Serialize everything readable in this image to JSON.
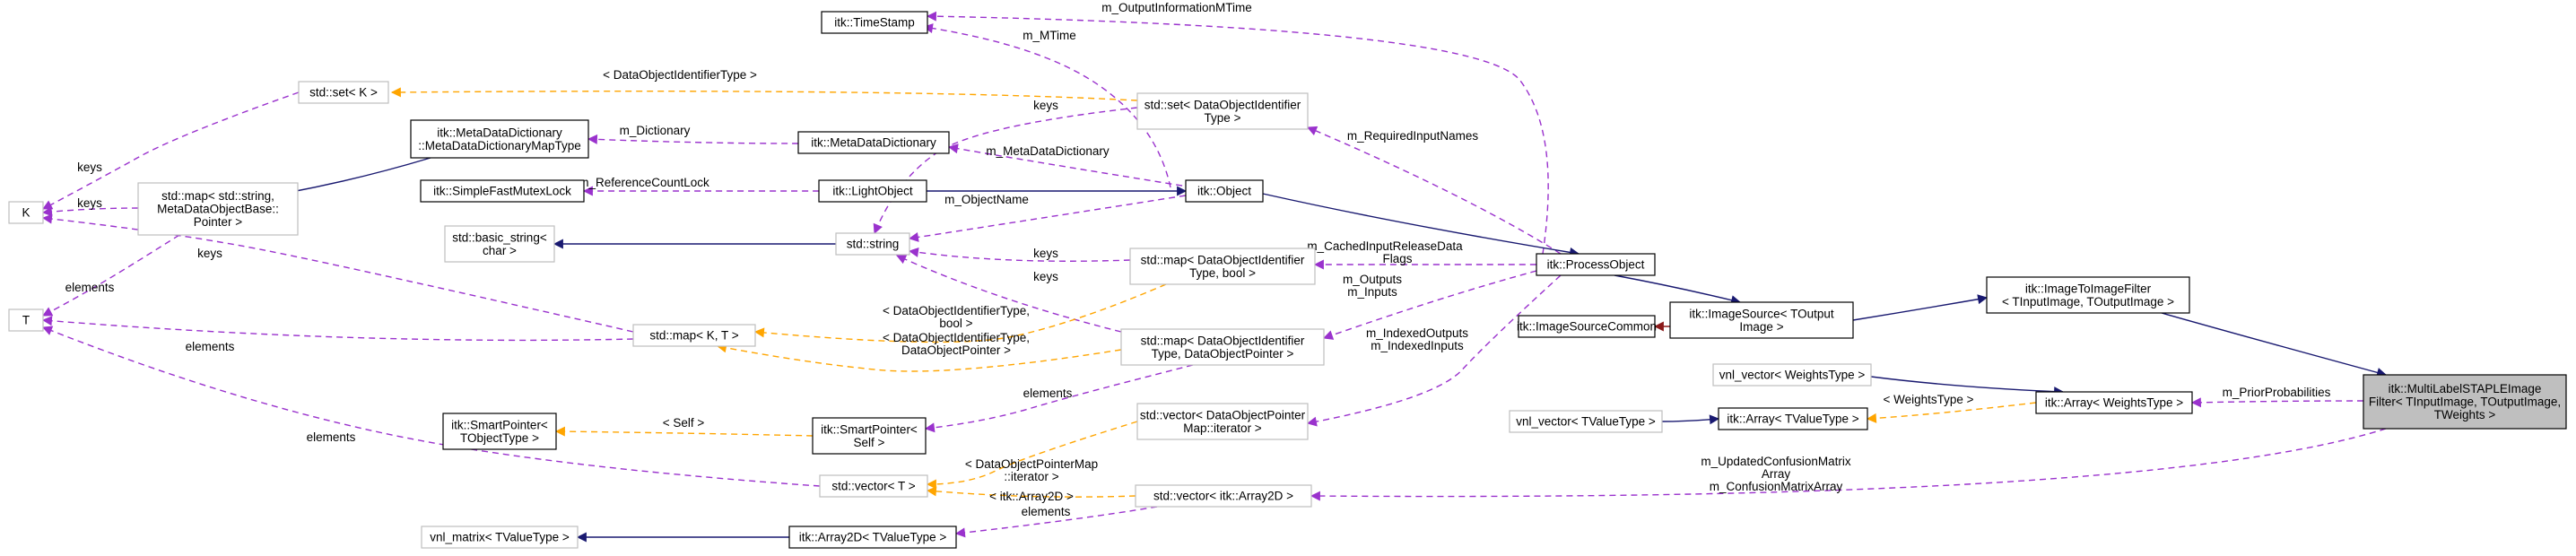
{
  "colors": {
    "inherit": "#191970",
    "usage": "#9a32cd",
    "template": "#ffa500",
    "private": "#8b1a1a",
    "node_border_documented": "#000000",
    "node_border_undocumented": "#bfbfbf",
    "highlight_fill": "#bfbfbf"
  },
  "nodes": [
    {
      "id": "timestamp",
      "lines": [
        "itk::TimeStamp"
      ],
      "documented": true
    },
    {
      "id": "set_k",
      "lines": [
        "std::set< K >"
      ],
      "documented": false
    },
    {
      "id": "mdd_map",
      "lines": [
        "itk::MetaDataDictionary",
        "::MetaDataDictionaryMapType"
      ],
      "documented": true
    },
    {
      "id": "mdd",
      "lines": [
        "itk::MetaDataDictionary"
      ],
      "documented": true
    },
    {
      "id": "set_doit",
      "lines": [
        "std::set< DataObjectIdentifier",
        "Type >"
      ],
      "documented": false
    },
    {
      "id": "k",
      "lines": [
        "K"
      ],
      "documented": false
    },
    {
      "id": "map_string",
      "lines": [
        "std::map< std::string,",
        "MetaDataObjectBase::",
        "Pointer >"
      ],
      "documented": false
    },
    {
      "id": "sfml",
      "lines": [
        "itk::SimpleFastMutexLock"
      ],
      "documented": true
    },
    {
      "id": "lightobject",
      "lines": [
        "itk::LightObject"
      ],
      "documented": true
    },
    {
      "id": "object",
      "lines": [
        "itk::Object"
      ],
      "documented": true
    },
    {
      "id": "basic_string",
      "lines": [
        "std::basic_string<",
        "char >"
      ],
      "documented": false
    },
    {
      "id": "string",
      "lines": [
        "std::string"
      ],
      "documented": false
    },
    {
      "id": "map_doit_bool",
      "lines": [
        "std::map< DataObjectIdentifier",
        "Type, bool >"
      ],
      "documented": false
    },
    {
      "id": "processobject",
      "lines": [
        "itk::ProcessObject"
      ],
      "documented": true
    },
    {
      "id": "t",
      "lines": [
        "T"
      ],
      "documented": false
    },
    {
      "id": "map_kt",
      "lines": [
        "std::map< K, T >"
      ],
      "documented": false
    },
    {
      "id": "map_doit_ptr",
      "lines": [
        "std::map< DataObjectIdentifier",
        "Type, DataObjectPointer >"
      ],
      "documented": false
    },
    {
      "id": "isc",
      "lines": [
        "itk::ImageSourceCommon"
      ],
      "documented": true
    },
    {
      "id": "imagesource",
      "lines": [
        "itk::ImageSource< TOutput",
        "Image >"
      ],
      "documented": true
    },
    {
      "id": "i2i",
      "lines": [
        "itk::ImageToImageFilter",
        "< TInputImage, TOutputImage >"
      ],
      "documented": true
    },
    {
      "id": "vnl_weights",
      "lines": [
        "vnl_vector< WeightsType >"
      ],
      "documented": false
    },
    {
      "id": "sp_tobj",
      "lines": [
        "itk::SmartPointer<",
        "TObjectType >"
      ],
      "documented": true
    },
    {
      "id": "sp_self",
      "lines": [
        "itk::SmartPointer<",
        "Self >"
      ],
      "documented": true
    },
    {
      "id": "vec_ptr_iter",
      "lines": [
        "std::vector< DataObjectPointer",
        "Map::iterator >"
      ],
      "documented": false
    },
    {
      "id": "vnl_tvalue",
      "lines": [
        "vnl_vector< TValueType >"
      ],
      "documented": false
    },
    {
      "id": "array_tvalue",
      "lines": [
        "itk::Array< TValueType >"
      ],
      "documented": true
    },
    {
      "id": "array_weights",
      "lines": [
        "itk::Array< WeightsType >"
      ],
      "documented": true
    },
    {
      "id": "vec_t",
      "lines": [
        "std::vector< T >"
      ],
      "documented": false
    },
    {
      "id": "vec_array2d",
      "lines": [
        "std::vector< itk::Array2D >"
      ],
      "documented": false
    },
    {
      "id": "vnl_matrix",
      "lines": [
        "vnl_matrix< TValueType >"
      ],
      "documented": false
    },
    {
      "id": "array2d",
      "lines": [
        "itk::Array2D< TValueType >"
      ],
      "documented": true
    },
    {
      "id": "multilabel",
      "lines": [
        "itk::MultiLabelSTAPLEImage",
        "Filter< TInputImage, TOutputImage,",
        "TWeights >"
      ],
      "documented": true,
      "highlight": true
    }
  ],
  "edges": [
    {
      "id": "e_mtime",
      "kind": "usage",
      "labels": [
        "m_MTime"
      ]
    },
    {
      "id": "e_outinfo",
      "kind": "usage",
      "labels": [
        "m_OutputInformationMTime"
      ]
    },
    {
      "id": "e_doit_type",
      "kind": "template",
      "labels": [
        "< DataObjectIdentifierType >"
      ]
    },
    {
      "id": "e_dictionary",
      "kind": "usage",
      "labels": [
        "m_Dictionary"
      ]
    },
    {
      "id": "e_mdd_inherit",
      "kind": "inherit",
      "labels": []
    },
    {
      "id": "e_metadatadict",
      "kind": "usage",
      "labels": [
        "m_MetaDataDictionary"
      ]
    },
    {
      "id": "e_reqinput",
      "kind": "usage",
      "labels": [
        "m_RequiredInputNames"
      ]
    },
    {
      "id": "e_keys_set_string",
      "kind": "usage",
      "labels": [
        "keys"
      ]
    },
    {
      "id": "e_refcount",
      "kind": "usage",
      "labels": [
        "m_ReferenceCountLock"
      ]
    },
    {
      "id": "e_lo_obj",
      "kind": "inherit",
      "labels": []
    },
    {
      "id": "e_obj_po",
      "kind": "inherit",
      "labels": []
    },
    {
      "id": "e_objname",
      "kind": "usage",
      "labels": [
        "m_ObjectName"
      ]
    },
    {
      "id": "e_basic_string",
      "kind": "inherit",
      "labels": []
    },
    {
      "id": "e_cached",
      "kind": "usage",
      "labels": [
        "m_CachedInputReleaseData",
        "Flags"
      ]
    },
    {
      "id": "e_keys_bool_string",
      "kind": "usage",
      "labels": [
        "keys"
      ]
    },
    {
      "id": "e_keys_ptr_string",
      "kind": "usage",
      "labels": [
        "keys"
      ]
    },
    {
      "id": "e_outputs",
      "kind": "usage",
      "labels": [
        "m_Outputs",
        "m_Inputs"
      ]
    },
    {
      "id": "e_indexed",
      "kind": "usage",
      "labels": [
        "m_IndexedOutputs",
        "m_IndexedInputs"
      ]
    },
    {
      "id": "e_keys_setk_k",
      "kind": "usage",
      "labels": [
        "keys"
      ]
    },
    {
      "id": "e_keys_map_k",
      "kind": "usage",
      "labels": [
        "keys"
      ]
    },
    {
      "id": "e_keys_mapkt_k",
      "kind": "usage",
      "labels": [
        "keys"
      ]
    },
    {
      "id": "e_elem_map_t",
      "kind": "usage",
      "labels": [
        "elements"
      ]
    },
    {
      "id": "e_elem_mapkt_t",
      "kind": "usage",
      "labels": [
        "elements"
      ]
    },
    {
      "id": "e_elem_vec_t",
      "kind": "usage",
      "labels": [
        "elements"
      ]
    },
    {
      "id": "e_tpl_bool",
      "kind": "template",
      "labels": [
        "< DataObjectIdentifierType,",
        "bool >"
      ]
    },
    {
      "id": "e_tpl_ptr",
      "kind": "template",
      "labels": [
        "< DataObjectIdentifierType,",
        "DataObjectPointer >"
      ]
    },
    {
      "id": "e_private",
      "kind": "private",
      "labels": []
    },
    {
      "id": "e_po_is",
      "kind": "inherit",
      "labels": []
    },
    {
      "id": "e_is_i2i",
      "kind": "inherit",
      "labels": []
    },
    {
      "id": "e_i2i_ml",
      "kind": "inherit",
      "labels": []
    },
    {
      "id": "e_self",
      "kind": "template",
      "labels": [
        "< Self >"
      ]
    },
    {
      "id": "e_elem_sp",
      "kind": "usage",
      "labels": [
        "elements"
      ]
    },
    {
      "id": "e_weightstype",
      "kind": "template",
      "labels": [
        "< WeightsType >"
      ]
    },
    {
      "id": "e_vnl_weights",
      "kind": "inherit",
      "labels": []
    },
    {
      "id": "e_vnl_tvalue",
      "kind": "inherit",
      "labels": []
    },
    {
      "id": "e_prior",
      "kind": "usage",
      "labels": [
        "m_PriorProbabilities"
      ]
    },
    {
      "id": "e_tpl_ptrmap",
      "kind": "template",
      "labels": [
        "< DataObjectPointerMap",
        "::iterator >"
      ]
    },
    {
      "id": "e_tpl_array2d",
      "kind": "template",
      "labels": [
        "< itk::Array2D >"
      ]
    },
    {
      "id": "e_confusion",
      "kind": "usage",
      "labels": [
        "m_UpdatedConfusionMatrix",
        "Array",
        "m_ConfusionMatrixArray"
      ]
    },
    {
      "id": "e_elem_array2d",
      "kind": "usage",
      "labels": [
        "elements"
      ]
    },
    {
      "id": "e_vnl_matrix",
      "kind": "inherit",
      "labels": []
    }
  ]
}
